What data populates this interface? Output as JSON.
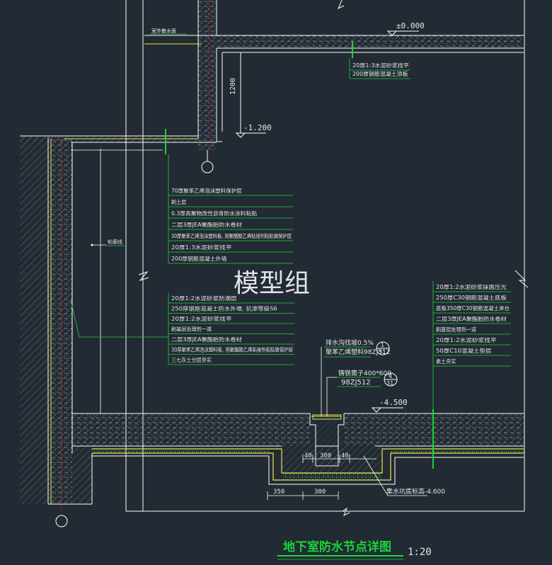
{
  "drawing": {
    "title": "地下室防水节点详图",
    "scale": "1:20",
    "watermark": "模型组",
    "colors": {
      "background": "#222a33",
      "wall_line": "#ffffff",
      "leader_green": "#19d43a",
      "text_white": "#e6e6e6",
      "detail_yellow": "#e8e84a",
      "rebar_red": "#d22828",
      "hatch_gray": "#8a8f96"
    }
  },
  "levels": {
    "ground": "±0.000",
    "middle": "-1.200",
    "floor": "-4.500",
    "pit": "-4.600"
  },
  "dimensions": {
    "vertical_1200": "1200",
    "pit_40": "40",
    "pit_300a": "300",
    "pit_40b": "40",
    "bottom_350": "350",
    "bottom_300": "300"
  },
  "labels": {
    "top_left_note": "室外散水面",
    "side_note": "轮廓线",
    "floor_slope": "排水沟找坡0.5%",
    "floor_slope_ref": "聚苯乙烯塑料98ZJ512",
    "grate": "铸铁篦子400*600",
    "grate_ref": "98ZJ512",
    "pit_bottom": "集水坑底标高-4.600",
    "callout_1_top": "1",
    "callout_1_bottom": "31",
    "callout_2_top": "4",
    "callout_2_bottom": "31"
  },
  "note_groups": {
    "top_right": [
      "20厚1:3水泥砂浆找平",
      "200厚钢筋混凝土顶板"
    ],
    "wall_upper": [
      "70厚聚苯乙烯泡沫塑料保护层",
      "刷土层",
      "0.3厚高聚物改性沥青防水涂料粘贴",
      "二层3厚JEA聚酯胎防水卷材",
      "30厚聚苯乙烯泡沫塑料板, 用聚醋酸乙烯粘接剂粘贴做保护层",
      "20厚1:3水泥砂浆找平",
      "200厚钢筋混凝土外墙"
    ],
    "wall_lower": [
      "20厚1:2水泥砂浆防潮层",
      "250厚钢筋混凝土防水外墙, 抗渗等级S6",
      "20厚1:2水泥砂浆找平",
      "刷基层处理剂一道",
      "二层3厚JEA聚酯胎防水卷材",
      "30厚聚苯乙烯泡沫塑料板, 用聚醋酸乙烯粘接剂粘贴做保护层",
      "三七灰土分层夯实"
    ],
    "floor_right": [
      "20厚1:2水泥砂浆抹面压光",
      "250厚C30钢筋混凝土底板",
      "底板350厚C30钢筋混凝土承台",
      "二层3厚JEA聚酯胎防水卷材",
      "刷基层处理剂一道",
      "20厚1:2水泥砂浆找平",
      "50厚C10混凝土垫层",
      "素土夯实"
    ]
  }
}
